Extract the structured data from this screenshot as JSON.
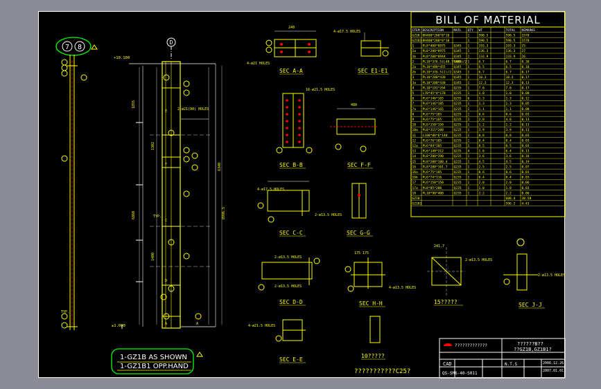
{
  "drawing": {
    "bubbles": [
      "7",
      "8"
    ],
    "note_line1": "1-GZ1B AS SHOWN",
    "note_line2": "1-GZ1B1 OPP.HAND",
    "elev_top": "+10.100",
    "elev_bottom": "±1.000",
    "grid_mark": "D"
  },
  "sections": [
    {
      "id": "sec-a-a",
      "label": "SEC A-A"
    },
    {
      "id": "sec-e1-e1",
      "label": "SEC E1-E1"
    },
    {
      "id": "sec-b-b",
      "label": "SEC B-B"
    },
    {
      "id": "sec-f-f",
      "label": "SEC F-F"
    },
    {
      "id": "sec-c-c",
      "label": "SEC C-C"
    },
    {
      "id": "sec-g-g",
      "label": "SEC G-G"
    },
    {
      "id": "sec-d-d",
      "label": "SEC D-D"
    },
    {
      "id": "sec-h-h",
      "label": "SEC H-H"
    },
    {
      "id": "detail-15",
      "label": "15?????"
    },
    {
      "id": "sec-j-j",
      "label": "SEC J-J"
    },
    {
      "id": "sec-e-e",
      "label": "SEC E-E"
    },
    {
      "id": "detail-10",
      "label": "10?????"
    }
  ],
  "notes": {
    "concrete": "???????????C25?",
    "holes_a": "4-ø21 HOLES",
    "holes_b": "16-ø21.5 HOLES",
    "holes_c": "4-ø21.5 HOLES",
    "holes_d": "2-ø13.5 HOLES"
  },
  "bom": {
    "title": "BILL OF MATERIAL",
    "headers": [
      "ITEM",
      "DESCRIPTION",
      "MATL",
      "QTY",
      "WT",
      "TOTAL",
      "REMARKS"
    ],
    "rows": [
      [
        "GZ1B",
        "BH400*200*8*10",
        "",
        "1",
        "590.5",
        "590.5",
        "1578"
      ],
      [
        "GZ1B1",
        "BH400*200*8*10",
        "",
        "1",
        "590.5",
        "590.5",
        "1578"
      ],
      [
        "1",
        "PL8*400*8975",
        "Q345",
        "1",
        "193.3",
        "193.3",
        "25"
      ],
      [
        "1a",
        "PL8*200*8975",
        "Q345",
        "1",
        "136.3",
        "136.3",
        "27"
      ],
      [
        "1b",
        "PL8*200*8944",
        "Q345",
        "1",
        "133.9",
        "133.9",
        "26"
      ],
      [
        "2",
        "PL10*376.5(L48.7*400)/2",
        "Q345",
        "1",
        "6.7",
        "6.7",
        "0.38"
      ],
      [
        "2a",
        "PL10*400*455",
        "Q345",
        "1",
        "6.5",
        "6.5",
        "0.18"
      ],
      [
        "2b",
        "PL10*376.5(2)/2",
        "Q345",
        "1",
        "6.7",
        "6.7",
        "0.17"
      ],
      [
        "3",
        "PL18*200*430",
        "Q345",
        "1",
        "10.3",
        "10.3",
        "0.17"
      ],
      [
        "3a",
        "PL18*200*430",
        "Q345",
        "1",
        "12.3",
        "12.3",
        "0.13"
      ],
      [
        "4",
        "PL10*191*294",
        "Q235",
        "1",
        "7.0",
        "7.0",
        "0.17"
      ],
      [
        "5",
        "L70*45*4*178",
        "Q235",
        "1",
        "1.0",
        "1.0",
        "0.08"
      ],
      [
        "6",
        "PL6*146*165",
        "Q235",
        "6",
        "1.3",
        "1.3",
        "0.12"
      ],
      [
        "7",
        "PL6*146*185",
        "Q235",
        "1",
        "1.3",
        "1.3",
        "0.05"
      ],
      [
        "7a",
        "PL6*146*165",
        "Q235",
        "1",
        "1.1",
        "1.1",
        "0.08"
      ],
      [
        "8",
        "PL6*75*185",
        "Q235",
        "1",
        "0.6",
        "0.6",
        "0.03"
      ],
      [
        "9",
        "PL6*75*165",
        "Q235",
        "2",
        "2.0",
        "4.0",
        "0.13"
      ],
      [
        "10",
        "PL6*150*150",
        "Q235",
        "1",
        "1.2",
        "1.2",
        "0.13"
      ],
      [
        "10a",
        "PL8*315*208",
        "Q235",
        "1",
        "3.9",
        "3.9",
        "0.13"
      ],
      [
        "11",
        "L100*80*6*140",
        "Q235",
        "1",
        "0.8",
        "0.8",
        "0.03"
      ],
      [
        "12",
        "PL6*76*105",
        "Q235",
        "1",
        "0.4",
        "0.4",
        "0.03"
      ],
      [
        "12a",
        "PL6*84*105",
        "Q235",
        "1",
        "0.5",
        "0.5",
        "0.03"
      ],
      [
        "13",
        "PL6*140*212",
        "Q235",
        "4",
        "1.6",
        "6.4",
        "0.13"
      ],
      [
        "14",
        "PL8*200*290",
        "Q235",
        "1",
        "3.6",
        "3.6",
        "0.18"
      ],
      [
        "15",
        "PL8*200*180.4",
        "Q235",
        "1",
        "4.5",
        "4.5",
        "0.19"
      ],
      [
        "16",
        "PL8*200*101.7",
        "Q235",
        "1",
        "2.5",
        "2.5",
        "0.07"
      ],
      [
        "16a",
        "PL6*75*185",
        "Q235",
        "1",
        "0.6",
        "0.6",
        "0.03"
      ],
      [
        "16b",
        "PL6*74*116",
        "Q235",
        "1",
        "0.4",
        "0.4",
        "0.03"
      ],
      [
        "17",
        "PL6*150*150",
        "Q235",
        "1",
        "2.0",
        "2.0",
        "0.06"
      ],
      [
        "17a",
        "PL8*85*200",
        "Q235",
        "1",
        "1.0",
        "1.0",
        "0.03"
      ],
      [
        "18",
        "PL10*90*400",
        "Q235",
        "1",
        "2.2",
        "2.2",
        "0.06"
      ]
    ],
    "totals": [
      [
        "GZ1B",
        "",
        "",
        "",
        "",
        "608.4",
        "38.58"
      ],
      [
        "GZ1B1",
        "",
        "",
        "",
        "",
        "596.2",
        "4.43"
      ]
    ]
  },
  "title_block": {
    "company": "?????????????",
    "drawing_name": "??????B??",
    "drawing_no": "??GZ1B,GZ1B1?",
    "cad": "CAD",
    "scale": "N.T.S",
    "sheet_code": "QS-SM6-40-S011",
    "date1": "2006.12.26",
    "date2": "2007.01.01"
  }
}
